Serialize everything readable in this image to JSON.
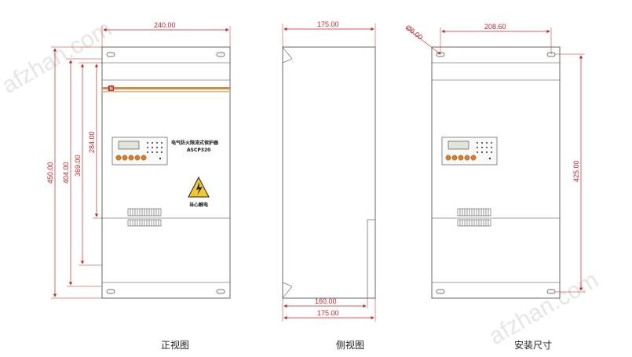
{
  "watermark": "afzhan.com",
  "front_view": {
    "caption": "正视图",
    "dims": {
      "width": "240.00",
      "height_total": "450.00",
      "height_2": "404.00",
      "height_3": "369.00",
      "height_4": "284.00"
    },
    "panel_title": "电气防火限流式保护器",
    "model": "ASCP320",
    "warning": "当心触电",
    "logo_mark": "N"
  },
  "side_view": {
    "caption": "侧视图",
    "dims": {
      "top": "175.00",
      "bottom_inner": "160.00",
      "bottom": "175.00"
    }
  },
  "install_view": {
    "caption": "安装尺寸",
    "dims": {
      "hole": "Ø6.00",
      "hole_spacing": "208.60",
      "height": "425.00"
    }
  },
  "colors": {
    "dimension": "#c0282b",
    "outline": "#444444",
    "stripe": "#d9893a",
    "lcd": "#dfe6d8",
    "knob": "#e07b1f",
    "warning_bg": "#f4c82c"
  }
}
